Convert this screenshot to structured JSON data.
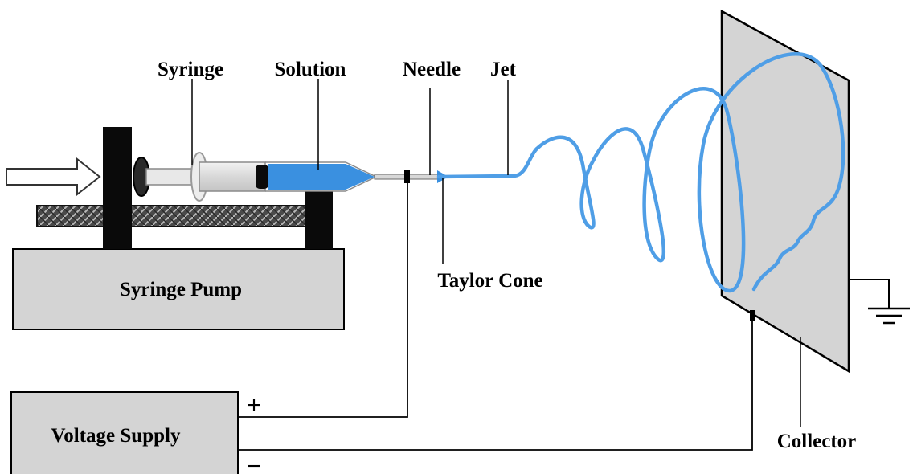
{
  "diagram": {
    "labels": {
      "syringe": "Syringe",
      "solution": "Solution",
      "needle": "Needle",
      "jet": "Jet",
      "taylor_cone": "Taylor Cone",
      "syringe_pump": "Syringe Pump",
      "voltage_supply": "Voltage Supply",
      "collector": "Collector",
      "plus": "+",
      "minus": "−"
    },
    "colors": {
      "solution": "#3a90e0",
      "jet": "#4f9ee6",
      "pump_box": "#d4d4d4",
      "collector_plate": "#d4d4d4",
      "stand": "#0a0a0a",
      "wire": "#000000"
    }
  }
}
